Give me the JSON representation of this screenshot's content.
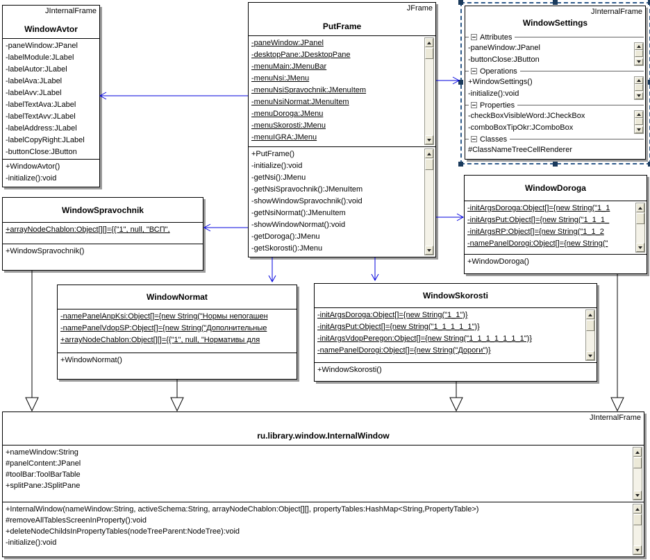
{
  "colors": {
    "connector": "#0000dd",
    "generalization": "#000000",
    "triangle_fill": "#ffffff",
    "selection_dash": "#2e5a8a",
    "selection_handle": "#1a3a5c",
    "box_border": "#000000",
    "shadow": "#9c9c9c"
  },
  "diagram": {
    "classes": [
      {
        "key": "windowAvtor",
        "stereotype": "JInternalFrame",
        "name": "WindowAvtor",
        "compartments": [
          {
            "kind": "attributes",
            "underline": false,
            "scrollbar": false,
            "items": [
              "-paneWindow:JPanel",
              "-labelModule:JLabel",
              "-labelAutor:JLabel",
              "-labelAva:JLabel",
              "-labelAvv:JLabel",
              "-labelTextAva:JLabel",
              "-labelTextAvv:JLabel",
              "-labelAddress:JLabel",
              "-labelCopyRight:JLabel",
              "-buttonClose:JButton"
            ]
          },
          {
            "kind": "operations",
            "underline": false,
            "scrollbar": false,
            "items": [
              "+WindowAvtor()",
              "-initialize():void"
            ]
          }
        ]
      },
      {
        "key": "putFrame",
        "stereotype": "JFrame",
        "name": "PutFrame",
        "compartments": [
          {
            "kind": "attributes",
            "underline": true,
            "scrollbar": true,
            "items": [
              "-paneWindow:JPanel",
              "-desktopPane:JDesktopPane",
              "-menuMain:JMenuBar",
              "-menuNsi:JMenu",
              "-menuNsiSpravochnik:JMenuItem",
              "-menuNsiNormat:JMenuItem",
              "-menuDoroga:JMenu",
              "-menuSkorosti:JMenu",
              "-menuIGRA:JMenu"
            ]
          },
          {
            "kind": "operations",
            "underline": false,
            "scrollbar": true,
            "items": [
              "+PutFrame()",
              "-initialize():void",
              "-getNsi():JMenu",
              "-getNsiSpravochnik():JMenuItem",
              "-showWindowSpravochnik():void",
              "-getNsiNormat():JMenuItem",
              "-showWindowNormat():void",
              "-getDoroga():JMenu",
              "-getSkorosti():JMenu"
            ]
          }
        ]
      },
      {
        "key": "windowSettings",
        "stereotype": "JInternalFrame",
        "name": "WindowSettings",
        "selected": true,
        "sections": [
          {
            "label": "Attributes",
            "scrollbar": true,
            "items": [
              "-paneWindow:JPanel",
              "-buttonClose:JButton"
            ]
          },
          {
            "label": "Operations",
            "scrollbar": true,
            "items": [
              "+WindowSettings()",
              "-initialize():void"
            ]
          },
          {
            "label": "Properties",
            "scrollbar": true,
            "items": [
              "-checkBoxVisibleWord:JCheckBox",
              "-comboBoxTipOkr:JComboBox"
            ]
          },
          {
            "label": "Classes",
            "scrollbar": false,
            "items": [
              "#ClassNameTreeCellRenderer"
            ]
          }
        ]
      },
      {
        "key": "windowSpravochnik",
        "stereotype": "",
        "name": "WindowSpravochnik",
        "compartments": [
          {
            "kind": "attributes",
            "underline": true,
            "scrollbar": false,
            "items": [
              "+arrayNodeChablon:Object[][]={{\"1\", null, \"ВСП\","
            ]
          },
          {
            "kind": "operations",
            "underline": false,
            "scrollbar": false,
            "items": [
              "+WindowSpravochnik()"
            ]
          }
        ]
      },
      {
        "key": "windowDoroga",
        "stereotype": "",
        "name": "WindowDoroga",
        "compartments": [
          {
            "kind": "attributes",
            "underline": true,
            "scrollbar": true,
            "items": [
              "-initArgsDoroga:Object[]={new String(\"1_1",
              "-initArgsPut:Object[]={new String(\"1_1_1_",
              "-initArgsRP:Object[]={new String(\"1_1_2",
              "-namePanelDorogi:Object[]={new String(\""
            ]
          },
          {
            "kind": "operations",
            "underline": false,
            "scrollbar": false,
            "items": [
              "+WindowDoroga()"
            ]
          }
        ]
      },
      {
        "key": "windowNormat",
        "stereotype": "",
        "name": "WindowNormat",
        "compartments": [
          {
            "kind": "attributes",
            "underline": true,
            "scrollbar": false,
            "items": [
              "-namePanelAnpKsi:Object[]={new String(\"Нормы непогашен",
              "-namePanelVdopSP:Object[]={new String(\"Дополнительные",
              "+arrayNodeChablon:Object[][]={{\"1\", null, \"Нормативы для"
            ]
          },
          {
            "kind": "operations",
            "underline": false,
            "scrollbar": false,
            "items": [
              "+WindowNormat()"
            ]
          }
        ]
      },
      {
        "key": "windowSkorosti",
        "stereotype": "",
        "name": "WindowSkorosti",
        "compartments": [
          {
            "kind": "attributes",
            "underline": true,
            "scrollbar": true,
            "items": [
              "-initArgsDoroga:Object[]={new String(\"1_1\")}",
              "-initArgsPut:Object[]={new String(\"1_1_1_1_1\")}",
              "-initArgsVdopPeregon:Object[]={new String(\"1_1_1_1_1_1_1\")}",
              "-namePanelDorogi:Object[]={new String(\"Дороги\")}"
            ]
          },
          {
            "kind": "operations",
            "underline": false,
            "scrollbar": false,
            "items": [
              "+WindowSkorosti()"
            ]
          }
        ]
      },
      {
        "key": "internalWindow",
        "stereotype": "JInternalFrame",
        "name": "ru.library.window.InternalWindow",
        "compartments": [
          {
            "kind": "attributes",
            "underline": false,
            "scrollbar": true,
            "items": [
              "+nameWindow:String",
              "#panelContent:JPanel",
              "#toolBar:ToolBarTable",
              "+splitPane:JSplitPane"
            ]
          },
          {
            "kind": "operations",
            "underline": false,
            "scrollbar": true,
            "items": [
              "+InternalWindow(nameWindow:String, activeSchema:String, arrayNodeChablon:Object[][], propertyTables:HashMap<String,PropertyTable>)",
              "#removeAllTablesScreenInProperty():void",
              "+deleteNodeChildsInPropertyTables(nodeTreeParent:NodeTree):void",
              "-initialize():void"
            ]
          }
        ]
      }
    ],
    "connectors": [
      {
        "from": "PutFrame",
        "to": "WindowAvtor",
        "type": "directed-association"
      },
      {
        "from": "PutFrame",
        "to": "WindowSettings",
        "type": "directed-association"
      },
      {
        "from": "PutFrame",
        "to": "WindowSpravochnik",
        "type": "directed-association"
      },
      {
        "from": "PutFrame",
        "to": "WindowDoroga",
        "type": "directed-association"
      },
      {
        "from": "PutFrame",
        "to": "WindowNormat",
        "type": "directed-association"
      },
      {
        "from": "PutFrame",
        "to": "WindowSkorosti",
        "type": "directed-association"
      },
      {
        "from": "WindowSpravochnik",
        "to": "ru.library.window.InternalWindow",
        "type": "generalization"
      },
      {
        "from": "WindowNormat",
        "to": "ru.library.window.InternalWindow",
        "type": "generalization"
      },
      {
        "from": "WindowSkorosti",
        "to": "ru.library.window.InternalWindow",
        "type": "generalization"
      },
      {
        "from": "WindowDoroga",
        "to": "ru.library.window.InternalWindow",
        "type": "generalization"
      }
    ]
  }
}
